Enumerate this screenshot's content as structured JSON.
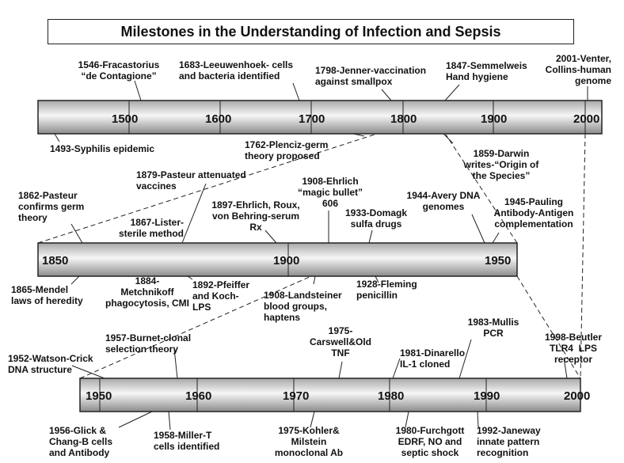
{
  "title": "Milestones in the Understanding of Infection and Sepsis",
  "timelines": [
    {
      "ticks": [
        "1500",
        "1600",
        "1700",
        "1800",
        "1900",
        "2000"
      ],
      "events_above": [
        "1546-Fracastorius\n“de Contagione”",
        "1683-Leeuwenhoek- cells\nand bacteria identified",
        "1798-Jenner-vaccination\nagainst smallpox",
        "1847-Semmelweis\nHand hygiene",
        "2001-Venter,\nCollins-human\ngenome"
      ],
      "events_below": [
        "1493-Syphilis epidemic",
        "1762-Plenciz-germ\ntheory proposed",
        "1859-Darwin\nwrites-“Origin of\nthe Species”"
      ]
    },
    {
      "ticks": [
        "1850",
        "1900",
        "1950"
      ],
      "events_above": [
        "1862-Pasteur\nconfirms germ\ntheory",
        "1879-Pasteur attenuated\nvaccines",
        "1867-Lister-\nsterile method",
        "1897-Ehrlich, Roux,\nvon Behring-serum\nRx",
        "1908-Ehrlich\n“magic bullet”\n606",
        "1933-Domagk\nsulfa drugs",
        "1944-Avery DNA\ngenomes",
        "1945-Pauling\nAntibody-Antigen\ncomplementation"
      ],
      "events_below": [
        "1865-Mendel\nlaws of heredity",
        "1884-\nMetchnikoff\nphagocytosis, CMI",
        "1892-Pfeiffer\nand Koch-\nLPS",
        "1908-Landsteiner\nblood groups,\nhaptens",
        "1928-Fleming\npenicillin"
      ]
    },
    {
      "ticks": [
        "1950",
        "1960",
        "1970",
        "1980",
        "1990",
        "2000"
      ],
      "events_above": [
        "1952-Watson-Crick\nDNA structure",
        "1957-Burnet-clonal\nselection theory",
        "1975-\nCarswell&Old\nTNF",
        "1981-Dinarello\nIL-1 cloned",
        "1983-Mullis\nPCR",
        "1998-Beutler\nTLR4  LPS\nreceptor"
      ],
      "events_below": [
        "1956-Glick &\nChang-B cells\nand Antibody",
        "1958-Miller-T\ncells identified",
        "1975-Kohler&\nMilstein\nmonoclonal Ab",
        "1980-Furchgott\nEDRF, NO and\nseptic shock",
        "1992-Janeway\ninnate pattern\nrecognition"
      ]
    }
  ],
  "colors": {
    "bar_light": "#f4f4f4",
    "bar_dark": "#9a9a9a",
    "line": "#222222"
  }
}
